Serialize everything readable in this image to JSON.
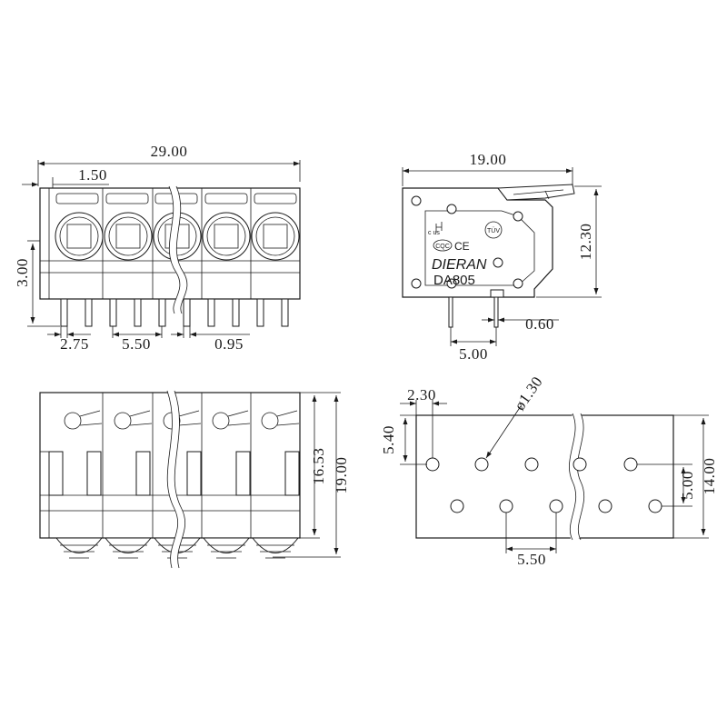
{
  "views": {
    "front": {
      "label_width": "29.00",
      "label_edge": "1.50",
      "label_height": "3.00",
      "label_pin_width": "2.75",
      "label_pitch": "5.50",
      "label_pin_thickness": "0.95"
    },
    "side": {
      "label_length": "19.00",
      "label_height": "12.30",
      "label_pin_width": "0.60",
      "label_pin_spacing": "5.00",
      "markings": {
        "ul_mark": "c  us",
        "tuv_mark": "TÜV",
        "cqc_mark": "CQC",
        "ce_mark": "CE",
        "brand": "DIERAN",
        "model": "DA805"
      }
    },
    "top": {
      "label_depth_a": "16.53",
      "label_depth_b": "19.00"
    },
    "pcb": {
      "label_offset_x": "2.30",
      "label_hole": "ø1.30",
      "label_offset_y": "5.40",
      "label_pitch": "5.50",
      "label_row_spacing": "5.00",
      "label_depth": "14.00"
    }
  },
  "colors": {
    "line": "#1a1a1a",
    "background": "#ffffff"
  }
}
